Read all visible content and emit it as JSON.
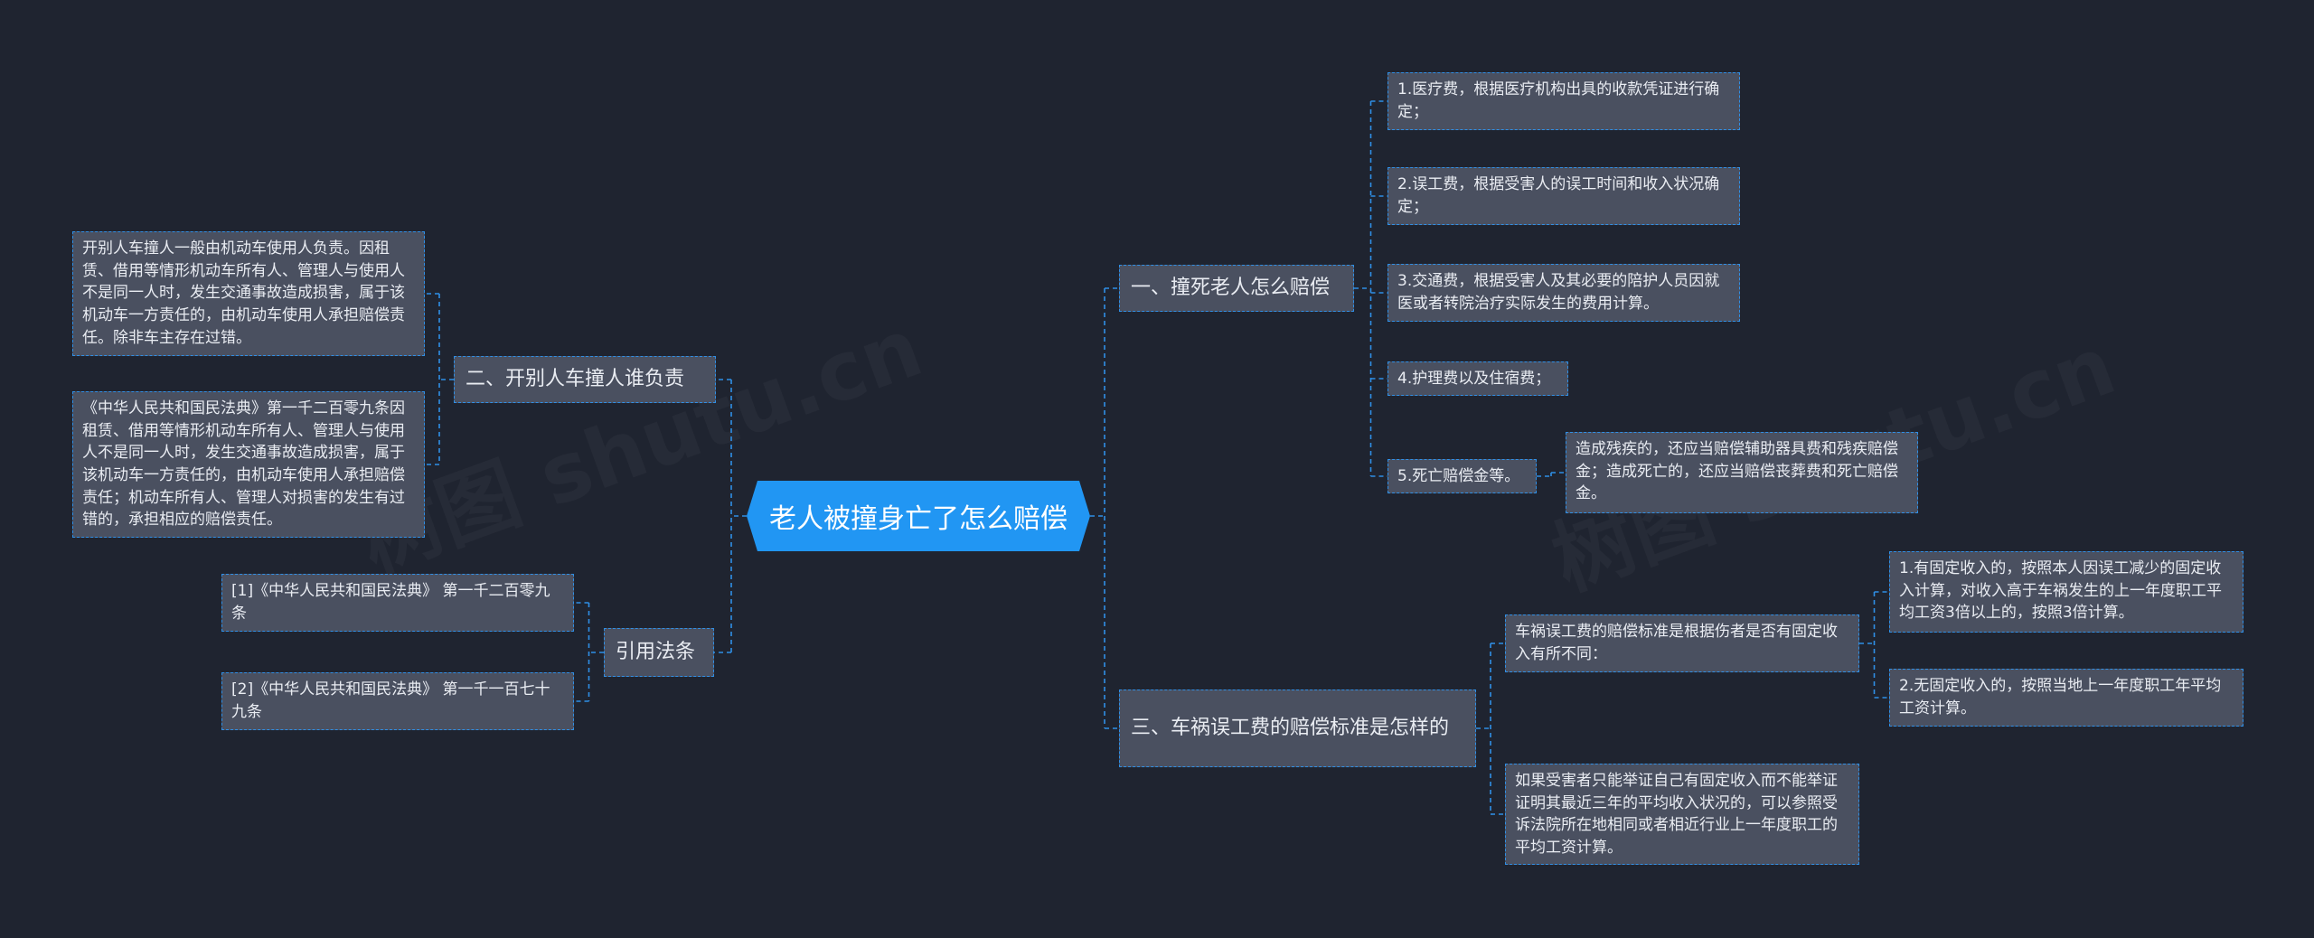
{
  "root": {
    "label": "老人被撞身亡了怎么赔偿"
  },
  "branches": {
    "b1": {
      "label": "一、撞死老人怎么赔偿"
    },
    "b2": {
      "label": "二、开别人车撞人谁负责"
    },
    "b3": {
      "label": "三、车祸误工费的赔偿标准是怎样的"
    },
    "b4": {
      "label": "引用法条"
    }
  },
  "leaves": {
    "b1_1": "1.医疗费，根据医疗机构出具的收款凭证进行确定；",
    "b1_2": "2.误工费，根据受害人的误工时间和收入状况确定；",
    "b1_3": "3.交通费，根据受害人及其必要的陪护人员因就医或者转院治疗实际发生的费用计算。",
    "b1_4": "4.护理费以及住宿费；",
    "b1_5": "5.死亡赔偿金等。",
    "b1_5_1": "造成残疾的，还应当赔偿辅助器具费和残疾赔偿金；造成死亡的，还应当赔偿丧葬费和死亡赔偿金。",
    "b2_1": "开别人车撞人一般由机动车使用人负责。因租赁、借用等情形机动车所有人、管理人与使用人不是同一人时，发生交通事故造成损害，属于该机动车一方责任的，由机动车使用人承担赔偿责任。除非车主存在过错。",
    "b2_2": "《中华人民共和国民法典》第一千二百零九条因租赁、借用等情形机动车所有人、管理人与使用人不是同一人时，发生交通事故造成损害，属于该机动车一方责任的，由机动车使用人承担赔偿责任；机动车所有人、管理人对损害的发生有过错的，承担相应的赔偿责任。",
    "b3_1": "车祸误工费的赔偿标准是根据伤者是否有固定收入有所不同：",
    "b3_1_1": "1.有固定收入的，按照本人因误工减少的固定收入计算，对收入高于车祸发生的上一年度职工平均工资3倍以上的，按照3倍计算。",
    "b3_1_2": "2.无固定收入的，按照当地上一年度职工年平均工资计算。",
    "b3_2": "如果受害者只能举证自己有固定收入而不能举证证明其最近三年的平均收入状况的，可以参照受诉法院所在地相同或者相近行业上一年度职工的平均工资计算。",
    "b4_1": "[1]《中华人民共和国民法典》 第一千二百零九条",
    "b4_2": "[2]《中华人民共和国民法典》 第一千一百七十九条"
  },
  "colors": {
    "background": "#1f2430",
    "node_fill": "#4a5060",
    "root_fill": "#2196f3",
    "link": "#2f8fe6",
    "text": "#e9ecf2"
  }
}
